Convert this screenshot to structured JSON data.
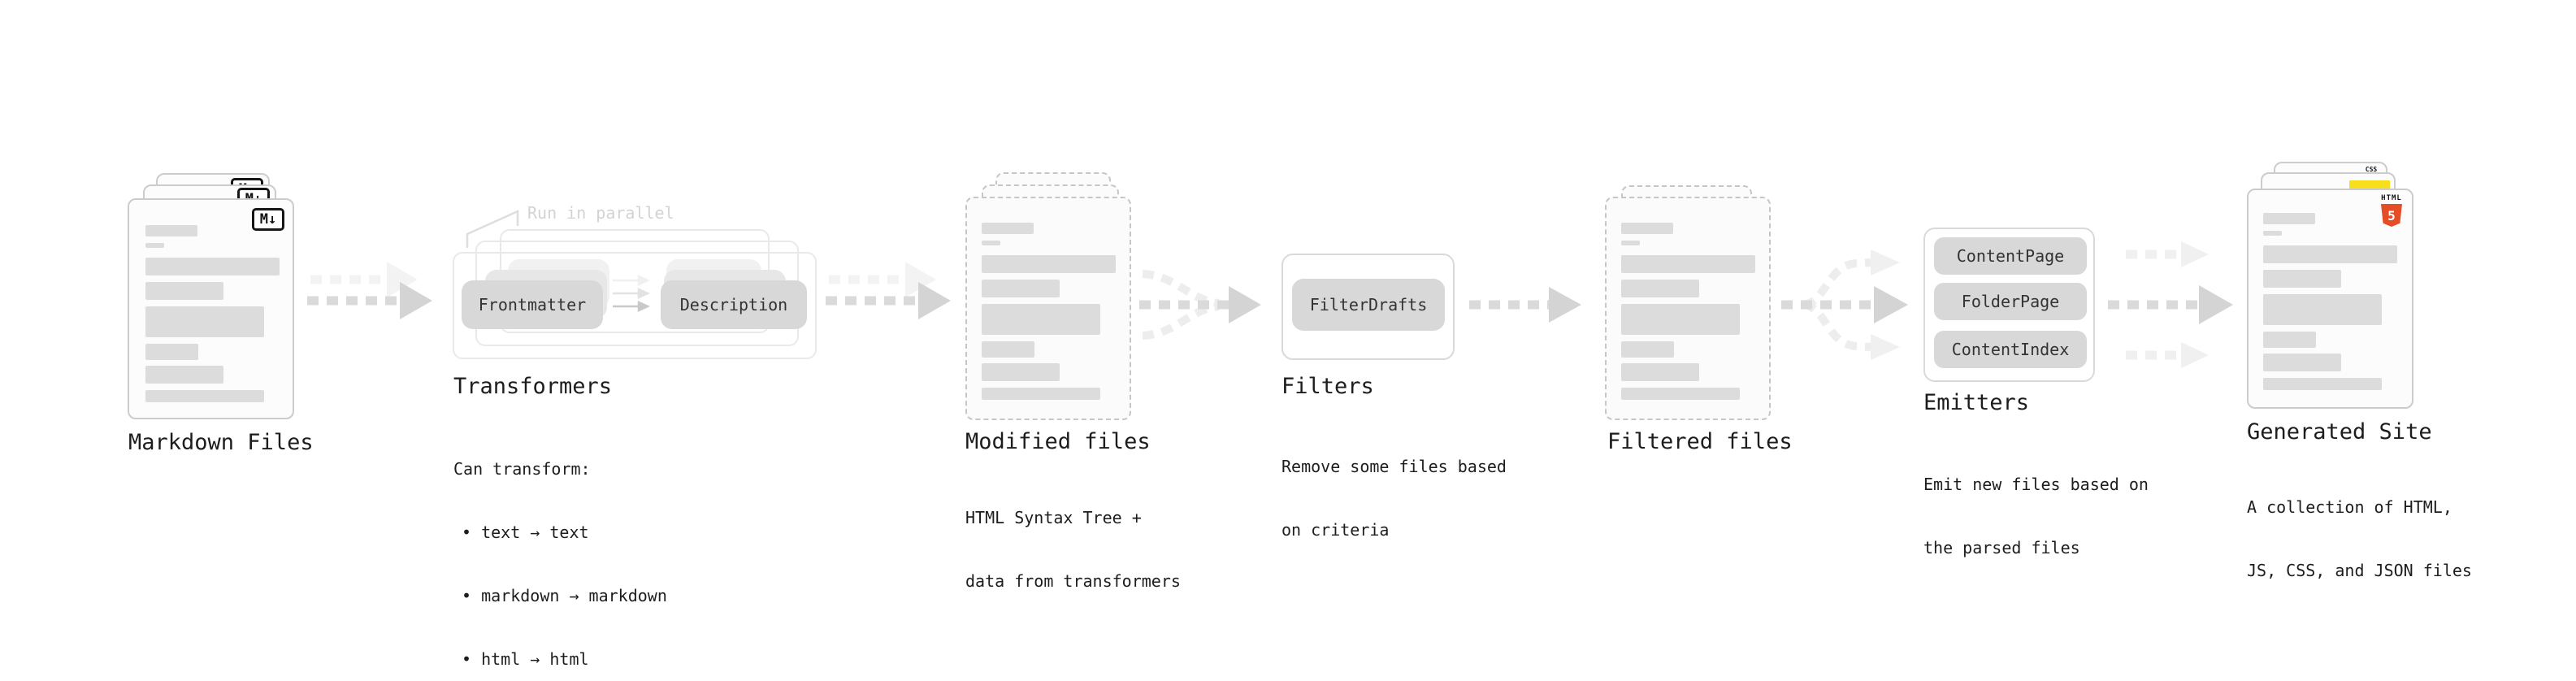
{
  "markdown": {
    "label": "Markdown Files",
    "badge": "M↓"
  },
  "transformers": {
    "heading": "Transformers",
    "annotation": "Run in parallel",
    "chip_front": "Frontmatter",
    "chip_back": "Description",
    "desc_intro": "Can transform:",
    "bullets": [
      "• text → text",
      "• markdown → markdown",
      "• html → html"
    ]
  },
  "modified": {
    "heading": "Modified files",
    "desc_lines": [
      "HTML Syntax Tree +",
      "data from transformers"
    ]
  },
  "filters": {
    "heading": "Filters",
    "chip": "FilterDrafts",
    "desc_lines": [
      "Remove some files based",
      "on criteria"
    ]
  },
  "filtered": {
    "heading": "Filtered files"
  },
  "emitters": {
    "heading": "Emitters",
    "chips": [
      "ContentPage",
      "FolderPage",
      "ContentIndex"
    ],
    "desc_lines": [
      "Emit new files based on",
      "the parsed files"
    ]
  },
  "generated": {
    "heading": "Generated Site",
    "badge_css": "CSS",
    "badge_html_word": "HTML",
    "badge_html_number": "5",
    "desc_lines": [
      "A collection of HTML,",
      "JS, CSS, and JSON files"
    ]
  },
  "colors": {
    "html5_orange": "#e44d26",
    "js_yellow": "#f7df1e",
    "css_blue": "#2965f1",
    "chip_gray": "#d8d8d8",
    "bar_gray": "#dcdcdc",
    "arrow_gray": "#dadada",
    "text": "#1d1d1d",
    "muted_annotation": "#d3d3d3"
  }
}
